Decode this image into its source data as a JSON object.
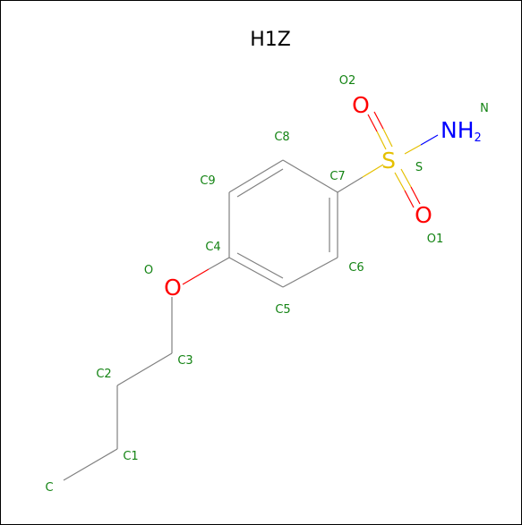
{
  "title": "H1Z",
  "colors": {
    "bond": "#808080",
    "label": "#138313",
    "oxygen": "#ff0000",
    "nitrogen": "#0000ff",
    "sulfur": "#e5c000",
    "frame": "#000000"
  },
  "atoms": {
    "S": {
      "name": "S",
      "element": "S"
    },
    "O1": {
      "name": "O1",
      "element": "O"
    },
    "O2": {
      "name": "O2",
      "element": "O"
    },
    "N": {
      "name": "N",
      "element": "NH",
      "sub": "2"
    },
    "O": {
      "name": "O",
      "element": "O"
    },
    "C": "C",
    "C1": "C1",
    "C2": "C2",
    "C3": "C3",
    "C4": "C4",
    "C5": "C5",
    "C6": "C6",
    "C7": "C7",
    "C8": "C8",
    "C9": "C9"
  }
}
